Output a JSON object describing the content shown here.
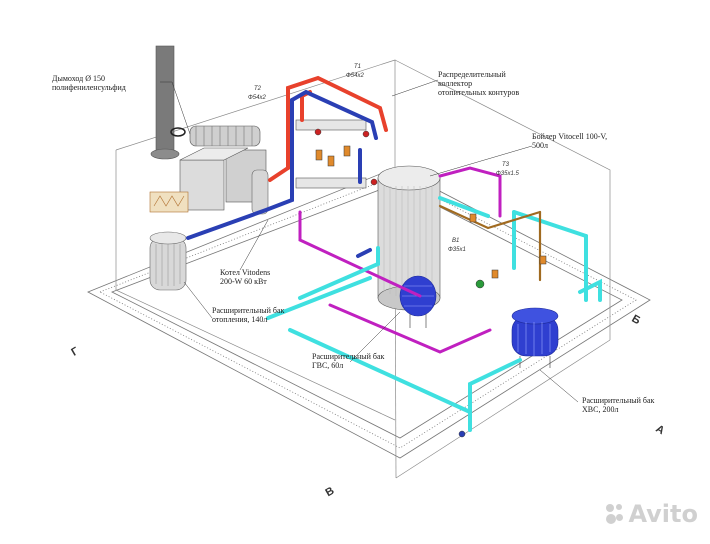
{
  "labels": {
    "chimney": "Дымоход Ø 150\nполифениленсульфид",
    "collector": "Распределительный\nколлектор\nотопительных контуров",
    "boiler_storage": "Бойлер Vitocell 100-V,\n500л",
    "boiler_main": "Котел Vitodens\n200-W 60 кВт",
    "exp_heating": "Расширительный бак\nотопления, 140л",
    "exp_dhw": "Расширительный бак\nГВС, 60л",
    "exp_cold": "Расширительный бак\nХВС, 200л"
  },
  "pipe_tags": {
    "t1_name": "T1",
    "t1_size": "Ф54х2",
    "t2_name": "T2",
    "t2_size": "Ф54х2",
    "t3_name": "T3",
    "t3_size": "Ф35х1.5",
    "b1_name": "B1",
    "b1_size": "Ф35х1"
  },
  "axis_marks": [
    "Г",
    "В",
    "А",
    "Б"
  ],
  "watermark": "Avito",
  "colors": {
    "supply": "#e8412c",
    "return": "#2a3fb4",
    "cold_water": "#3fe0e0",
    "hot_water": "#c020c0",
    "recirc": "#a06a20",
    "outline": "#666666"
  }
}
